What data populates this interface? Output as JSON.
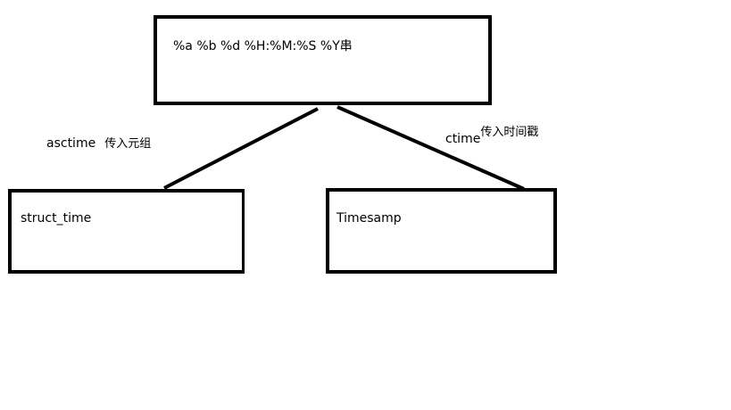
{
  "diagram": {
    "nodes": {
      "root": {
        "label": "%a %b %d %H:%M:%S %Y串"
      },
      "left": {
        "label": "struct_time"
      },
      "right": {
        "label": "Timesamp"
      }
    },
    "edges": {
      "left": {
        "label": "asctime",
        "note": "传入元组"
      },
      "right": {
        "label": "ctime",
        "note": "传入时间戳"
      }
    }
  }
}
